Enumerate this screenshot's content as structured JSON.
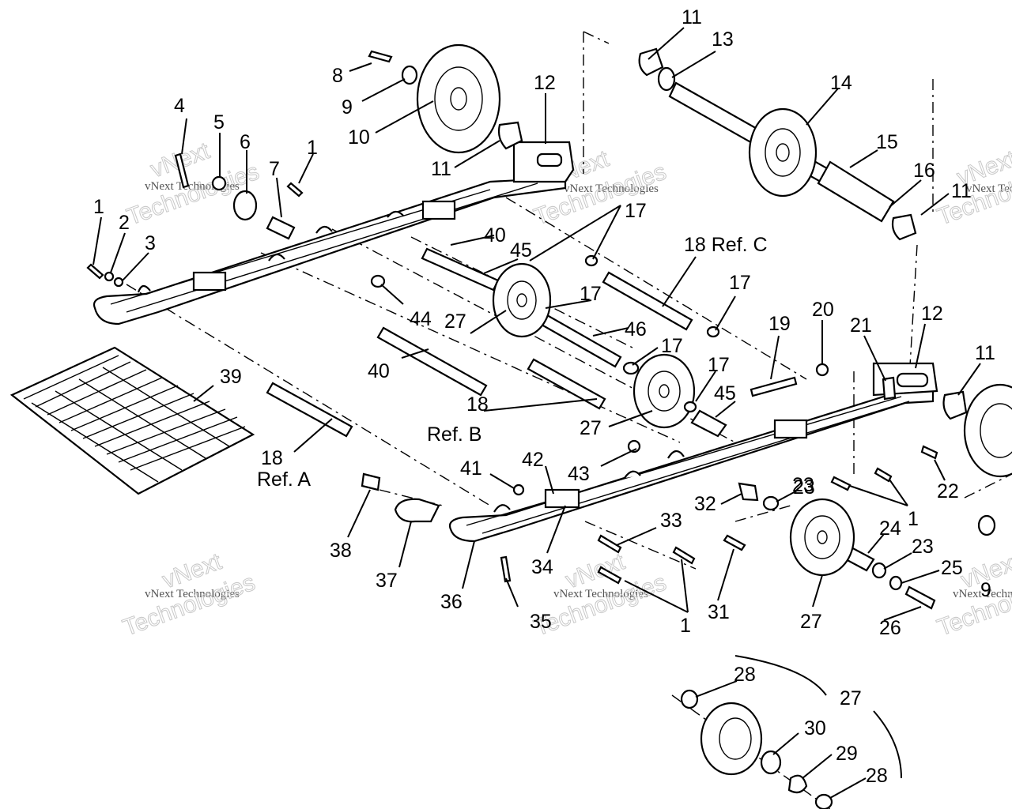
{
  "diagram": {
    "labels": [
      "1",
      "2",
      "3",
      "4",
      "5",
      "6",
      "7",
      "8",
      "9",
      "10",
      "11",
      "12",
      "13",
      "14",
      "15",
      "16",
      "17",
      "18 Ref. C",
      "18",
      "Ref. B",
      "18",
      "Ref. A",
      "19",
      "20",
      "21",
      "22",
      "23",
      "24",
      "25",
      "26",
      "27",
      "28",
      "29",
      "30",
      "31",
      "32",
      "33",
      "34",
      "35",
      "36",
      "37",
      "38",
      "39",
      "40",
      "41",
      "42",
      "43",
      "44",
      "45",
      "46"
    ],
    "watermark": {
      "brand": "vNext",
      "line": "vNext Technologies",
      "word": "Technologies"
    }
  }
}
